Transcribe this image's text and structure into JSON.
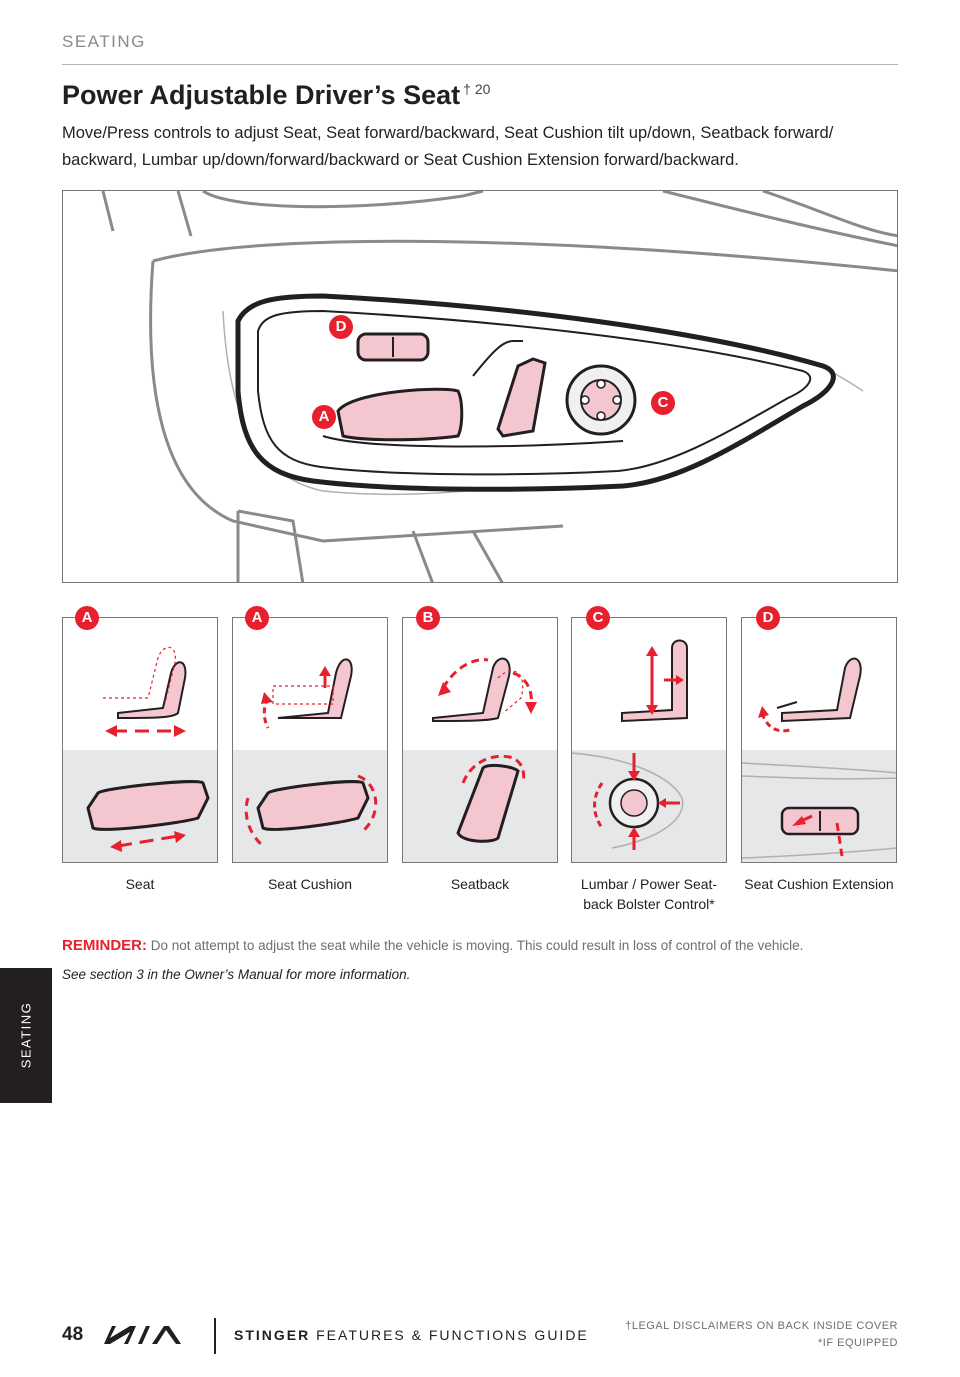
{
  "header": {
    "section": "SEATING"
  },
  "title": {
    "text": "Power Adjustable Driver’s Seat",
    "sup": "† 20"
  },
  "intro": "Move/Press controls to adjust Seat, Seat forward/backward, Seat Cushion tilt up/down, Seatback forward/ backward, Lumbar up/down/forward/backward or Seat Cushion Extension forward/backward.",
  "main_figure": {
    "markers": {
      "d": "D",
      "a": "A",
      "c": "C"
    }
  },
  "panels": [
    {
      "marker": "A",
      "caption": "Seat"
    },
    {
      "marker": "A",
      "caption": "Seat Cushion"
    },
    {
      "marker": "B",
      "caption": "Seatback"
    },
    {
      "marker": "C",
      "caption": "Lumbar / Power Seat-back Bolster Control*"
    },
    {
      "marker": "D",
      "caption": "Seat Cushion Extension"
    }
  ],
  "reminder": {
    "label": "REMINDER:",
    "text": "Do not attempt to adjust the seat while the vehicle is moving. This could result in loss of control of the vehicle."
  },
  "see_more": "See section 3 in the Owner’s Manual for more information.",
  "side_tab": "SEATING",
  "footer": {
    "page_number": "48",
    "brand": "STINGER",
    "guide": "FEATURES & FUNCTIONS GUIDE",
    "disclaimer_1": "†LEGAL DISCLAIMERS ON BACK INSIDE COVER",
    "disclaimer_2": "*IF EQUIPPED"
  },
  "colors": {
    "accent": "#e8202d",
    "pink_fill": "#f4c7d0",
    "dark": "#231f20",
    "gray_line": "#888888"
  }
}
